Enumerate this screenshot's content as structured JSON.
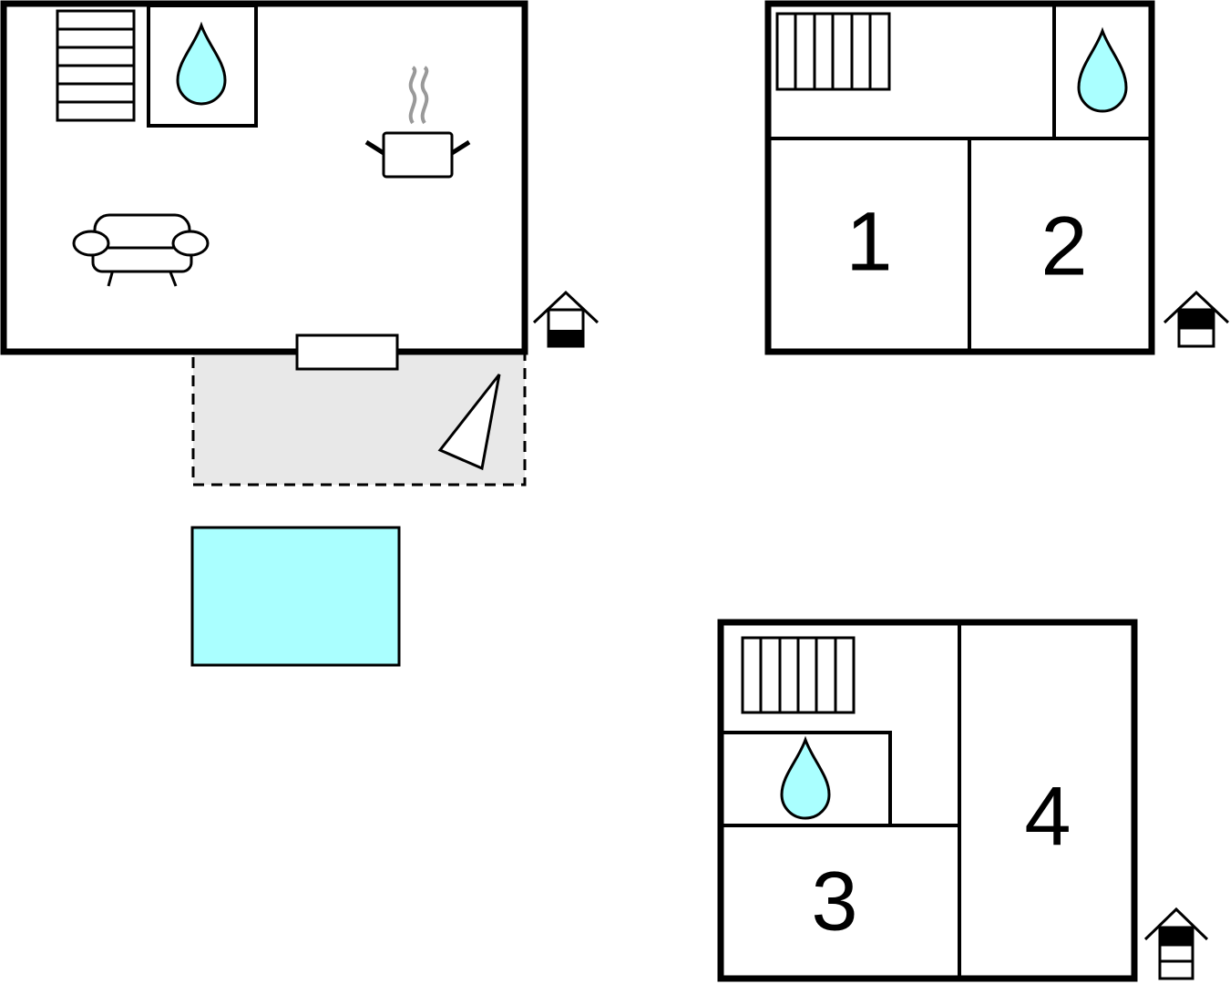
{
  "colors": {
    "wall": "#000000",
    "water": "#aaffff",
    "terrace": "#e8e8e8",
    "steam": "#999999",
    "background": "#ffffff"
  },
  "ground_floor": {
    "icons": [
      "stairs-icon",
      "water-drop-icon",
      "cooking-pot-icon",
      "sofa-icon",
      "floor-level-ground-icon"
    ],
    "terrace": {
      "icons": [
        "sun-umbrella-icon"
      ]
    },
    "pool": {
      "icon": "pool-icon"
    }
  },
  "first_floor": {
    "icons": [
      "stairs-icon",
      "water-drop-icon",
      "floor-level-middle-icon"
    ],
    "rooms": [
      {
        "label": "1"
      },
      {
        "label": "2"
      }
    ]
  },
  "second_floor": {
    "icons": [
      "stairs-icon",
      "water-drop-icon",
      "floor-level-top-icon"
    ],
    "rooms": [
      {
        "label": "3"
      },
      {
        "label": "4"
      }
    ]
  }
}
